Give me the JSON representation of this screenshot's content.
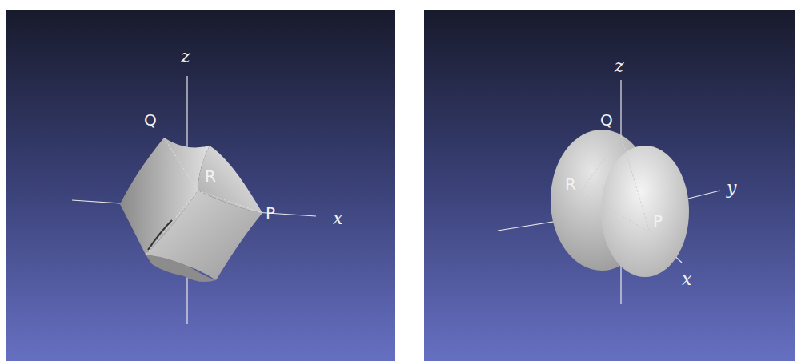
{
  "diagram": {
    "labels": [
      "z",
      "Q",
      "R",
      "P",
      "x",
      "z",
      "Q",
      "R",
      "P",
      "y",
      "x"
    ]
  }
}
